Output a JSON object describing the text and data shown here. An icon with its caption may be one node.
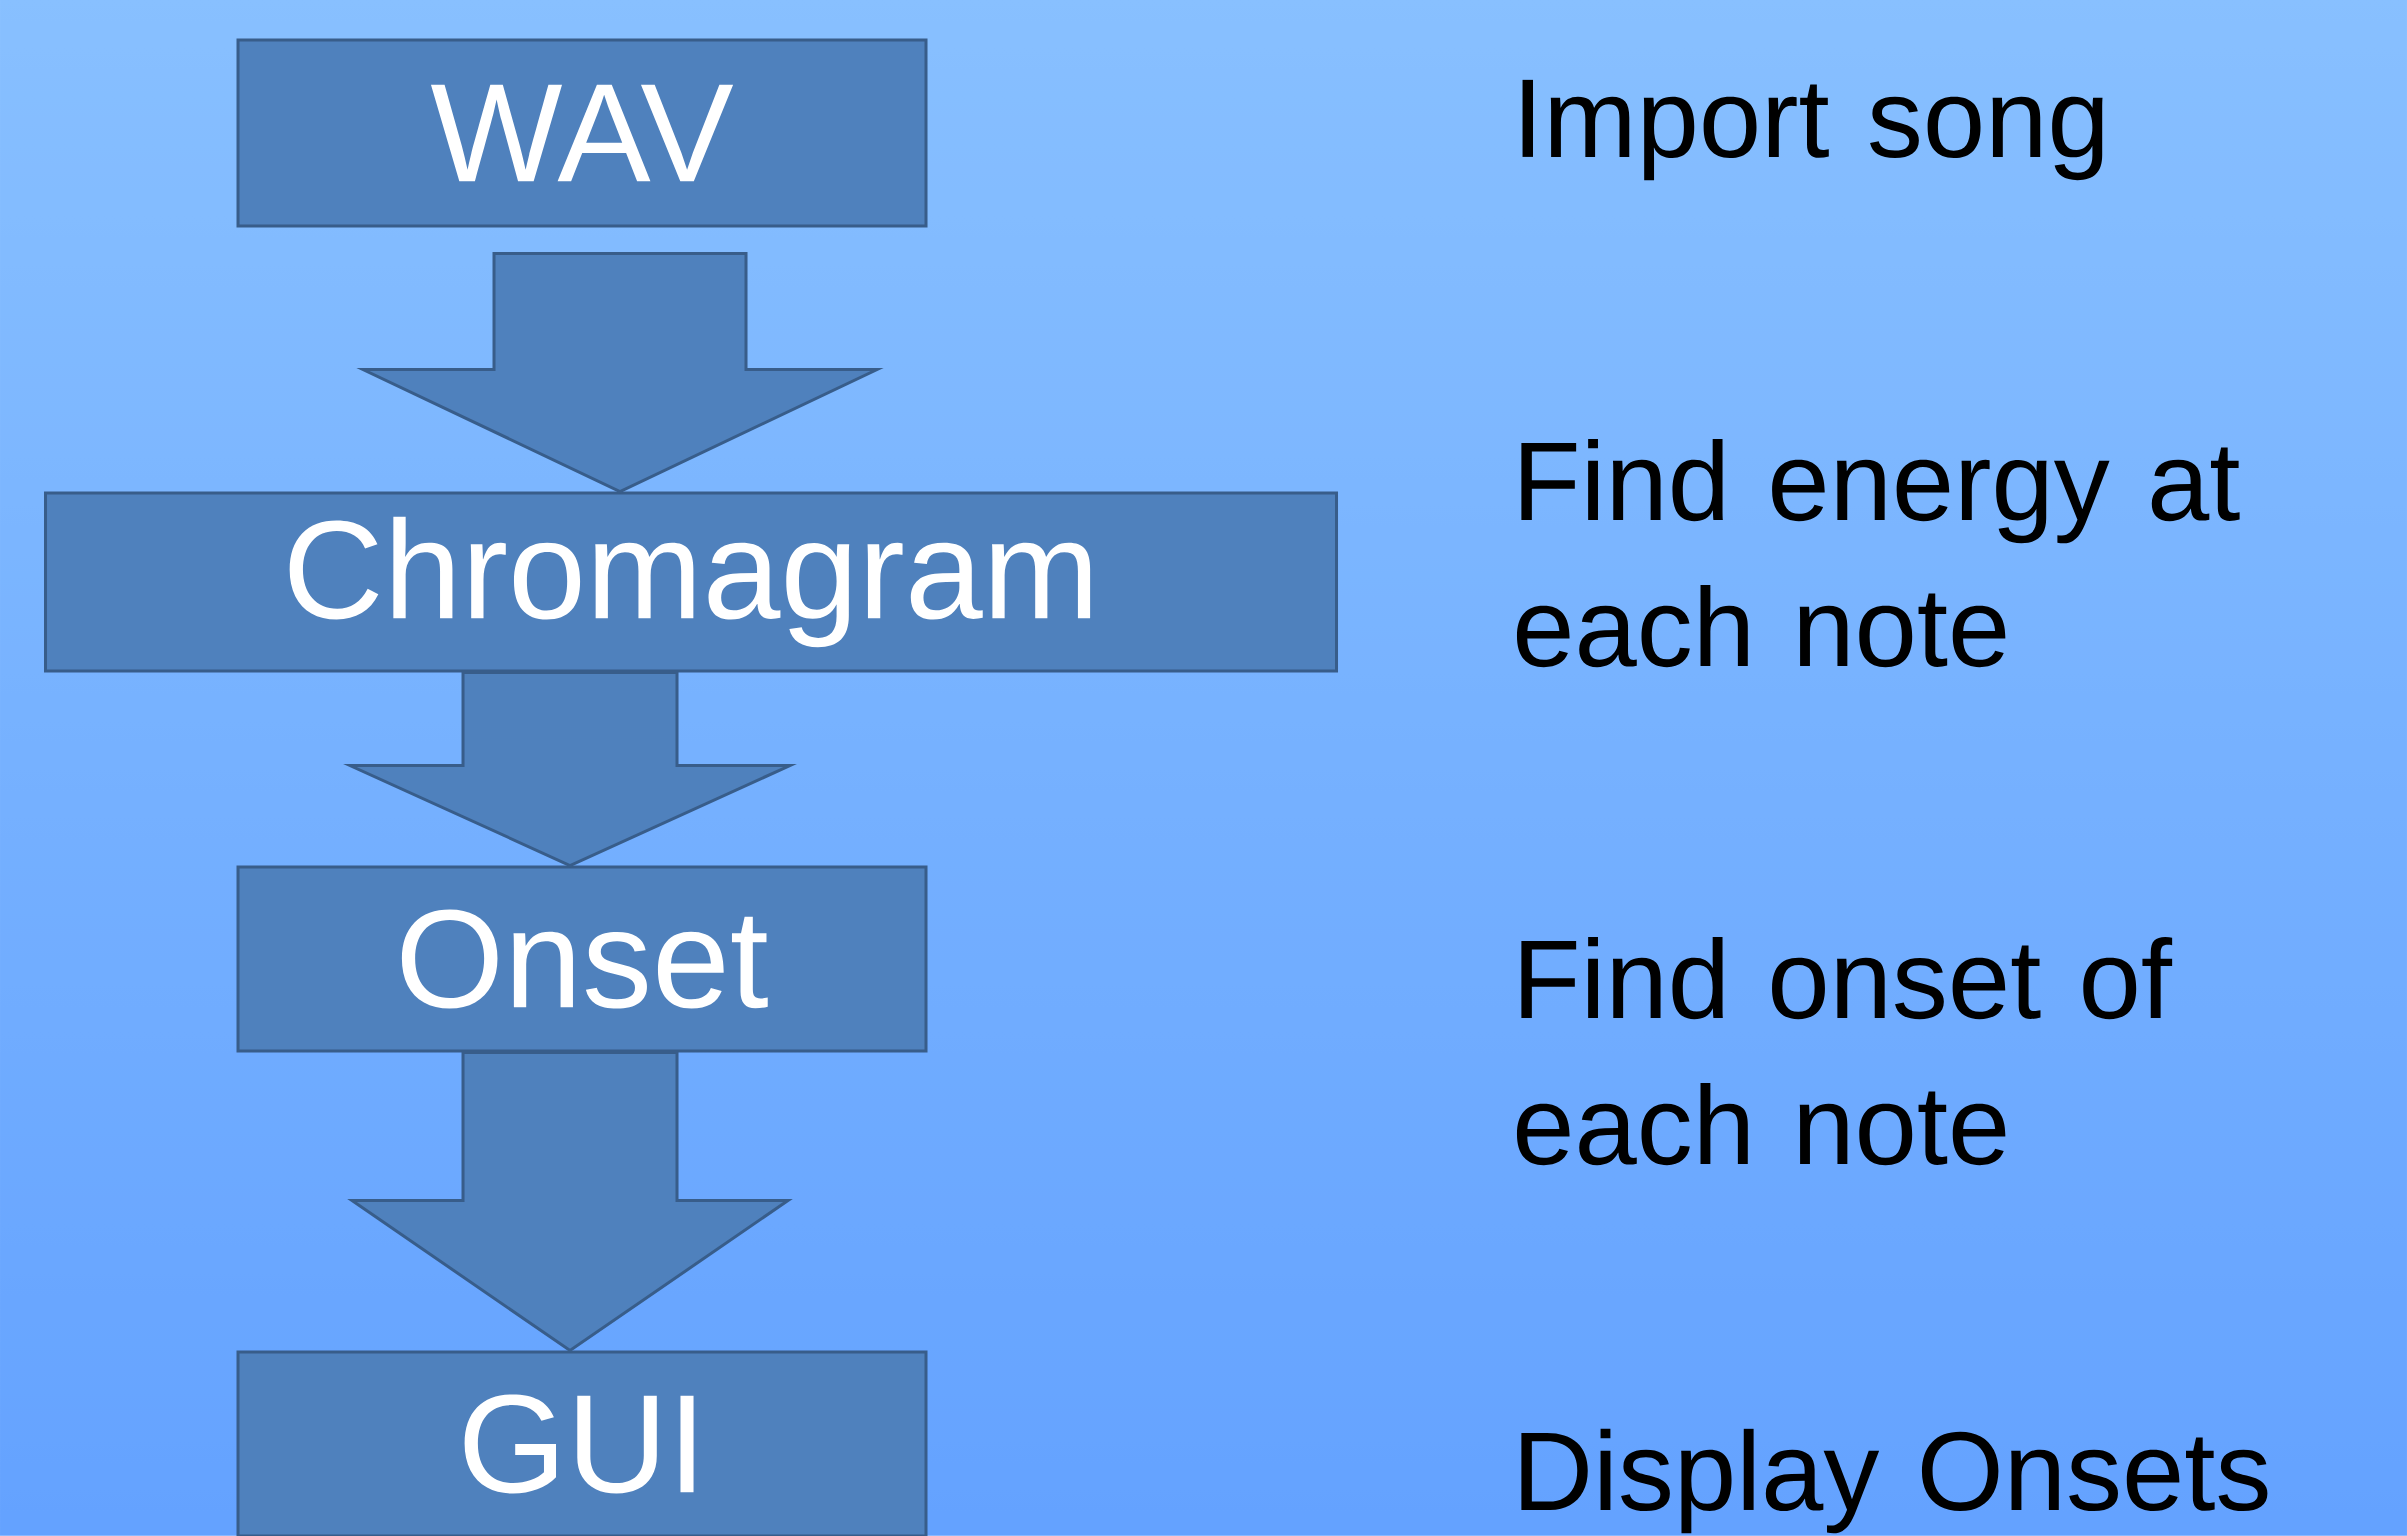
{
  "diagram": {
    "nodes": [
      {
        "text": [
          "WAV"
        ]
      },
      {
        "text": [
          "Chromagram"
        ]
      },
      {
        "text": [
          "Onset"
        ]
      },
      {
        "text": [
          "GUI"
        ]
      }
    ],
    "edges": [
      {
        "from": 0,
        "to": 1,
        "arrow": "to"
      },
      {
        "from": 1,
        "to": 2,
        "arrow": "to"
      },
      {
        "from": 2,
        "to": 3,
        "arrow": "to"
      }
    ],
    "labels": [
      "Import song",
      "Find energy at each note",
      "Find onset of each note",
      "Display Onsets"
    ]
  }
}
